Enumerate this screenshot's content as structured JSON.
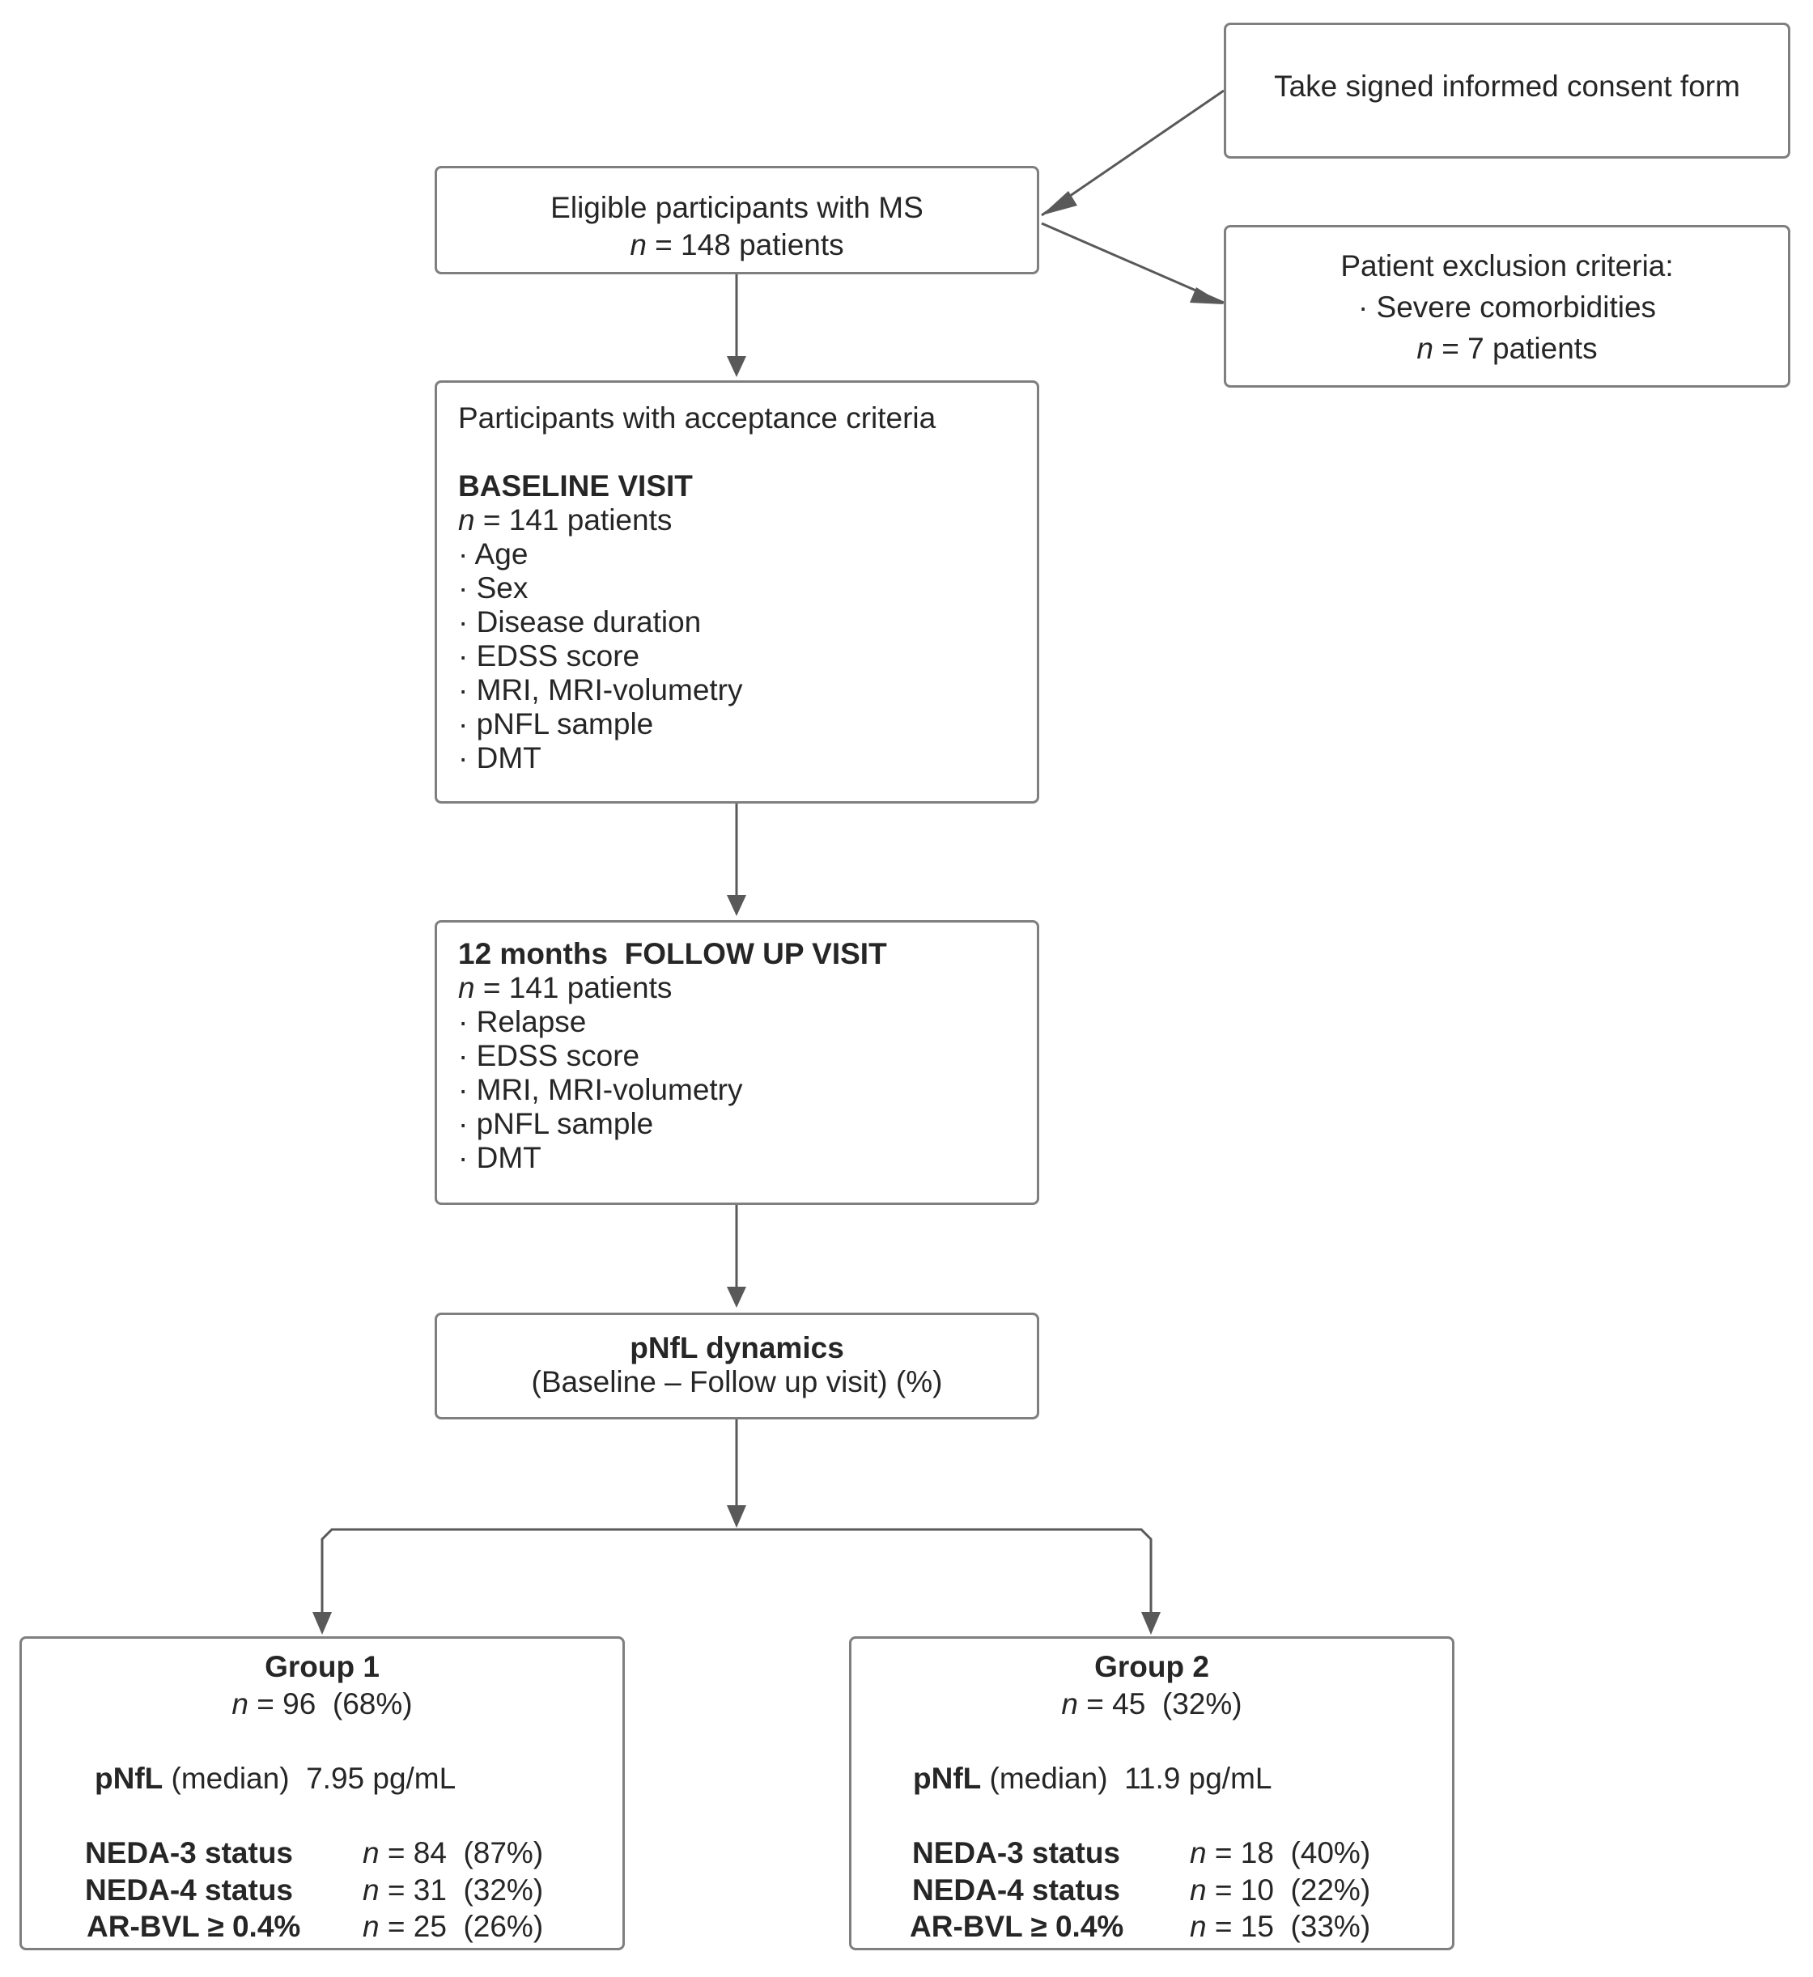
{
  "consent": {
    "text": "Take signed informed consent form"
  },
  "eligible": {
    "line1": "Eligible participants with MS",
    "n": "n",
    "line2": " = 148 patients"
  },
  "exclusion": {
    "title": "Patient exclusion criteria:",
    "item": "· Severe comorbidities",
    "n": "n",
    "count": " = 7 patients"
  },
  "baseline": {
    "intro": "Participants with acceptance criteria",
    "heading": "BASELINE VISIT",
    "n": "n",
    "count": " = 141 patients",
    "items": [
      "· Age",
      "· Sex",
      "· Disease duration",
      "· EDSS score",
      "· MRI, MRI-volumetry",
      "· pNFL sample",
      "· DMT"
    ]
  },
  "followup": {
    "heading": "12 months  FOLLOW UP VISIT",
    "n": "n",
    "count": " = 141 patients",
    "items": [
      "· Relapse",
      "· EDSS score",
      "· MRI, MRI-volumetry",
      "· pNFL sample",
      "· DMT"
    ]
  },
  "dynamics": {
    "title": "pNfL dynamics",
    "subtitle": "(Baseline – Follow up visit) (%)"
  },
  "groups": [
    {
      "title": "Group 1",
      "n": "n",
      "count": " = 96  (68%)",
      "pnfl_label": "pNfL",
      "pnfl_rest": " (median)  7.95 pg/mL",
      "stats": [
        {
          "label": "NEDA-3 status",
          "n": "n",
          "value": " = 84  (87%)"
        },
        {
          "label": "NEDA-4 status",
          "n": "n",
          "value": " = 31  (32%)"
        },
        {
          "label": "AR-BVL ≥ 0.4%",
          "n": "n",
          "value": " = 25  (26%)"
        }
      ]
    },
    {
      "title": "Group 2",
      "n": "n",
      "count": " = 45  (32%)",
      "pnfl_label": "pNfL",
      "pnfl_rest": " (median)  11.9 pg/mL",
      "stats": [
        {
          "label": "NEDA-3 status",
          "n": "n",
          "value": " = 18  (40%)"
        },
        {
          "label": "NEDA-4 status",
          "n": "n",
          "value": " = 10  (22%)"
        },
        {
          "label": "AR-BVL ≥ 0.4%",
          "n": "n",
          "value": " = 15  (33%)"
        }
      ]
    }
  ]
}
